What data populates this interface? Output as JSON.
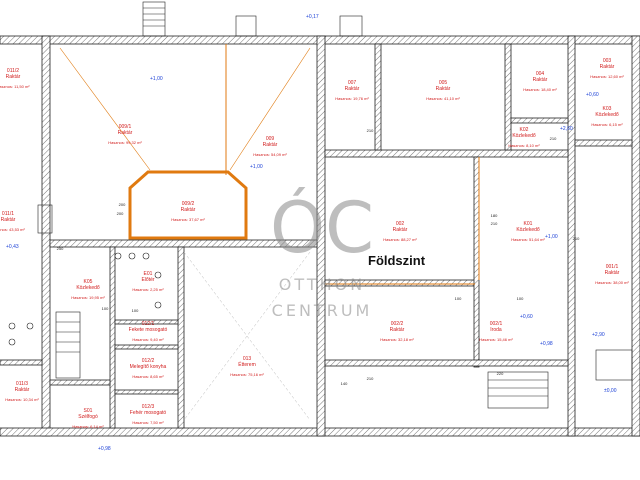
{
  "plan": {
    "floor_title": "Földszint",
    "watermark": {
      "monogram": "ÓC",
      "line1": "OTTHON",
      "line2": "CENTRUM"
    }
  },
  "rooms": [
    {
      "id": "009/1",
      "name": "Raktár",
      "meta": "Hasznos: 99,32 m²"
    },
    {
      "id": "009",
      "name": "Raktár",
      "meta": "Hasznos: 54,09 m²"
    },
    {
      "id": "009/2",
      "name": "Raktár",
      "meta": "Hasznos: 37,67 m²"
    },
    {
      "id": "007",
      "name": "Raktár",
      "meta": "Hasznos: 19,76 m²"
    },
    {
      "id": "005",
      "name": "Raktár",
      "meta": "Hasznos: 41,10 m²"
    },
    {
      "id": "004",
      "name": "Raktár",
      "meta": "Hasznos: 18,40 m²"
    },
    {
      "id": "K02",
      "name": "Közlekedő",
      "meta": "Hasznos: 8,10 m²"
    },
    {
      "id": "K03",
      "name": "Közlekedő",
      "meta": "Hasznos: 6,15 m²"
    },
    {
      "id": "003",
      "name": "Raktár",
      "meta": "Hasznos: 12,60 m²"
    },
    {
      "id": "002",
      "name": "Raktár",
      "meta": "Hasznos: 88,27 m²"
    },
    {
      "id": "K01",
      "name": "Közlekedő",
      "meta": "Hasznos: 51,64 m²"
    },
    {
      "id": "001/1",
      "name": "Raktár",
      "meta": "Hasznos: 38,00 m²"
    },
    {
      "id": "002/2",
      "name": "Raktár",
      "meta": "Hasznos: 32,18 m²"
    },
    {
      "id": "002/1",
      "name": "Iroda",
      "meta": "Hasznos: 15,46 m²"
    },
    {
      "id": "011/2",
      "name": "Raktár",
      "meta": "Hasznos: 11,50 m²"
    },
    {
      "id": "011/1",
      "name": "Raktár",
      "meta": "Hasznos: 43,53 m²"
    },
    {
      "id": "K05",
      "name": "Közlekedő",
      "meta": "Hasznos: 19,95 m²"
    },
    {
      "id": "E01",
      "name": "Előtér",
      "meta": "Hasznos: 2,25 m²"
    },
    {
      "id": "012/1",
      "name": "Fekete mosogató",
      "meta": "Hasznos: 9,40 m²"
    },
    {
      "id": "012/2",
      "name": "Melegítő konyha",
      "meta": "Hasznos: 8,65 m²"
    },
    {
      "id": "012/3",
      "name": "Fehér mosogató",
      "meta": "Hasznos: 7,50 m²"
    },
    {
      "id": "013",
      "name": "Étterem",
      "meta": "Hasznos: 75,16 m²"
    },
    {
      "id": "S01",
      "name": "Szélfogó",
      "meta": "Hasznos: 6,14 m²"
    },
    {
      "id": "011/3",
      "name": "Raktár",
      "meta": "Hasznos: 10,34 m²"
    }
  ],
  "elevations": [
    "+1,00",
    "+1,00",
    "+0,17",
    "+0,60",
    "+0,43",
    "+2,60",
    "+0,60",
    "+0,98",
    "±0,00",
    "+0,98",
    "+2,90",
    "+1,00"
  ],
  "dimensions": [
    "200",
    "100",
    "100",
    "210",
    "180",
    "210",
    "250",
    "100",
    "200",
    "210",
    "210",
    "100",
    "140",
    "220",
    "210"
  ]
}
